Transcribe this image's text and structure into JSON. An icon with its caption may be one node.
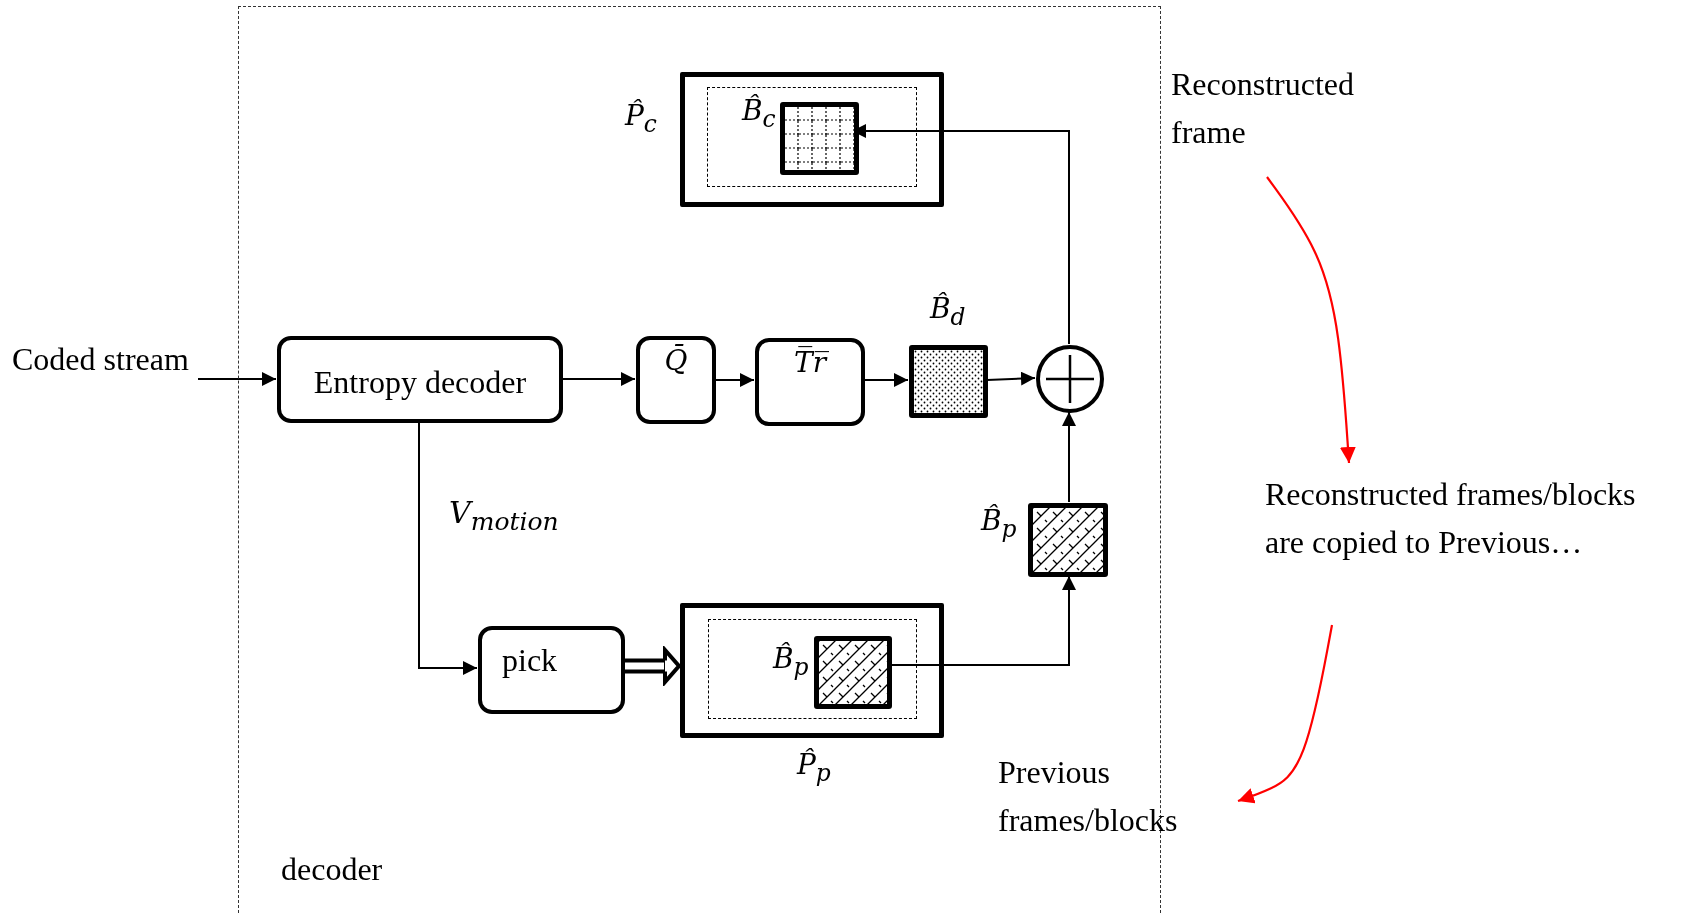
{
  "diagram": {
    "nodes": [
      {
        "text": [
          "decoder"
        ]
      },
      {
        "text": [
          "Coded stream"
        ]
      },
      {
        "text": [
          "Entropy decoder"
        ],
        "in": 0
      },
      {
        "text": [
          "Q̄"
        ],
        "in": 0
      },
      {
        "text": [
          "T̅r̅"
        ],
        "in": 0
      },
      {
        "text": [],
        "shape": "box",
        "beside": [
          "B̂$_{d}$"
        ],
        "in": 0
      },
      {
        "text": [],
        "shape": "circle",
        "in": 0
      },
      {
        "text": [],
        "shape": "box",
        "beside": [
          "P̂$_{c}$"
        ],
        "in": 0
      },
      {
        "text": [
          "B̂$_{c}$"
        ],
        "in": 7
      },
      {
        "text": [],
        "shape": "box",
        "in": 8
      },
      {
        "text": [],
        "shape": "box",
        "beside": [
          "P̂$_{p}$"
        ],
        "in": 0
      },
      {
        "text": [
          "B̂$_{p}$"
        ],
        "in": 10
      },
      {
        "text": [],
        "shape": "box",
        "in": 11
      },
      {
        "text": [],
        "shape": "box",
        "beside": [
          "B̂$_{p}$"
        ],
        "in": 0
      },
      {
        "text": [
          "pick"
        ],
        "in": 0
      },
      {
        "text": [
          "Reconstructed frame"
        ]
      },
      {
        "text": [
          "Reconstructed frames/blocks are copied to Previous…"
        ]
      },
      {
        "text": [
          "Previous frames/blocks"
        ]
      }
    ],
    "edges": [
      {
        "from": 1,
        "to": 2,
        "arrow": "to"
      },
      {
        "from": 2,
        "to": 3,
        "arrow": "to"
      },
      {
        "from": 3,
        "to": 4,
        "arrow": "to"
      },
      {
        "from": 4,
        "to": 5,
        "arrow": "to"
      },
      {
        "from": 5,
        "to": 6,
        "arrow": "to"
      },
      {
        "from": 6,
        "to": 9,
        "arrow": "to"
      },
      {
        "from": 2,
        "to": 14,
        "arrow": "to",
        "label": "V$_{motion}$"
      },
      {
        "from": 14,
        "to": 10,
        "arrow": "to",
        "style": "thick"
      },
      {
        "from": 12,
        "to": 13,
        "arrow": "to"
      },
      {
        "from": 13,
        "to": 6,
        "arrow": "to"
      },
      {
        "from": 15,
        "to": 16,
        "arrow": "to",
        "color": "#ff0000"
      },
      {
        "from": 16,
        "to": 17,
        "arrow": "to",
        "color": "#ff0000"
      }
    ]
  }
}
